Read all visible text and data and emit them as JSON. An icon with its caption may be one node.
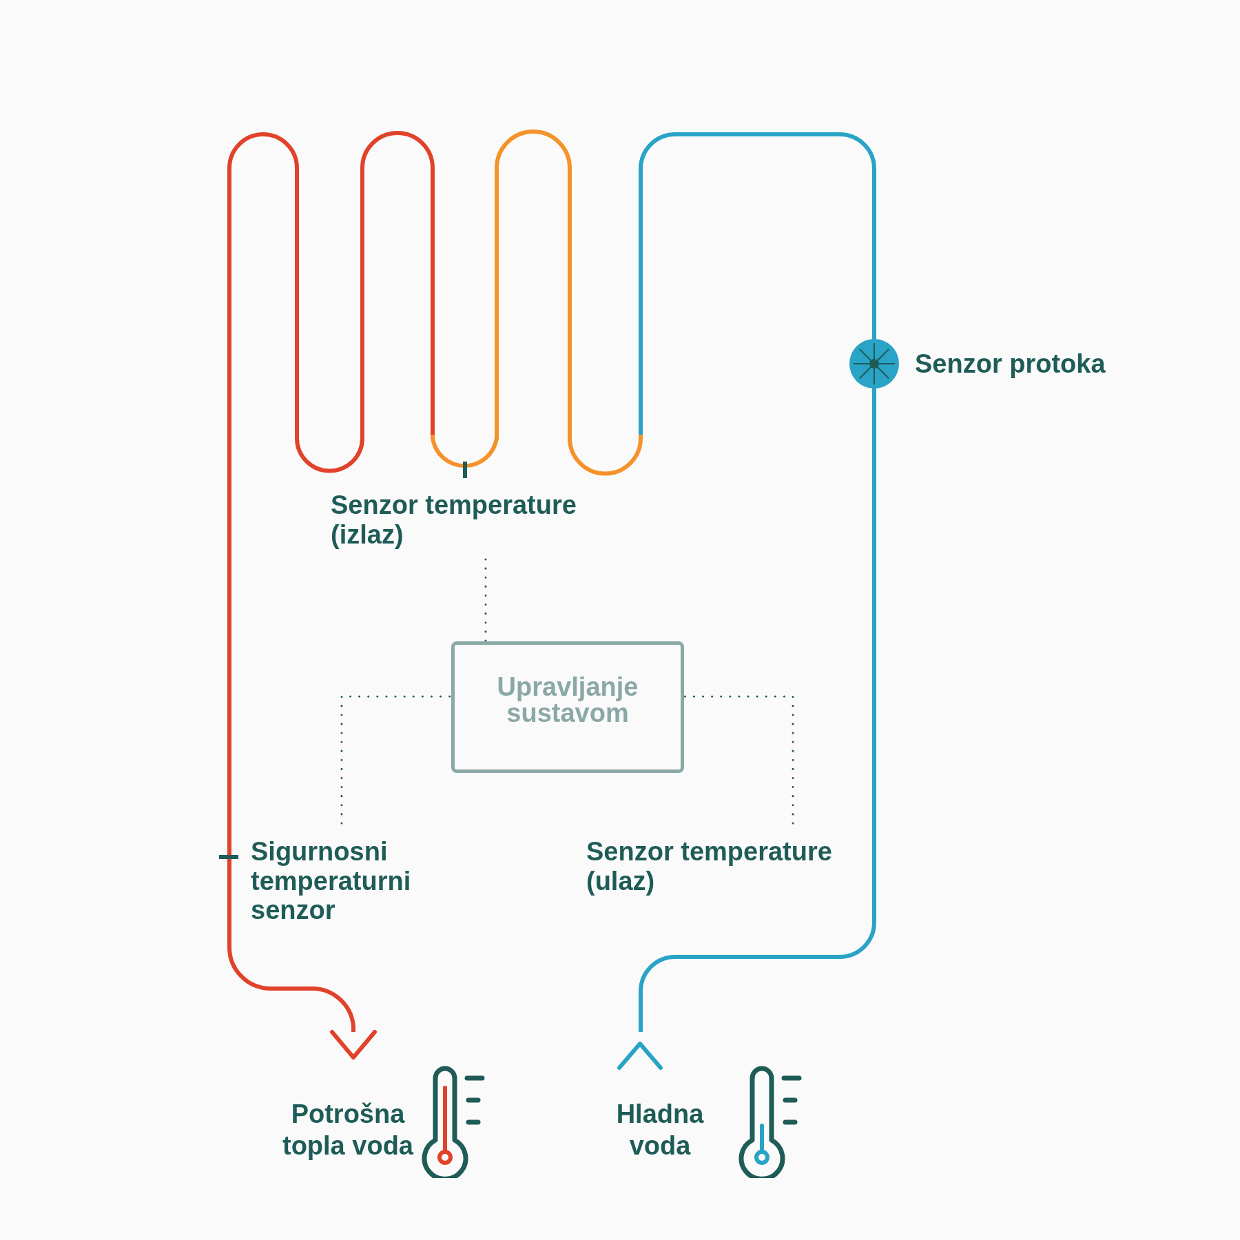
{
  "diagram": {
    "nodes": [
      {
        "text": [
          "Senzor temperature (izlaz)"
        ]
      },
      {
        "text": [
          "Upravljanje sustavom"
        ]
      },
      {
        "text": [
          "Sigurnosni temperaturni senzor"
        ]
      },
      {
        "text": [
          "Senzor temperature (ulaz)"
        ]
      }
    ],
    "edges": [
      {
        "from": 0,
        "to": 1,
        "arrow": "none",
        "style": "dashed"
      },
      {
        "from": 2,
        "to": 1,
        "arrow": "none",
        "style": "dashed"
      },
      {
        "from": 3,
        "to": 1,
        "arrow": "none",
        "style": "dashed"
      }
    ],
    "labels": [
      "Senzor protoka",
      "Potrošna topla voda",
      "Hladna voda"
    ]
  }
}
